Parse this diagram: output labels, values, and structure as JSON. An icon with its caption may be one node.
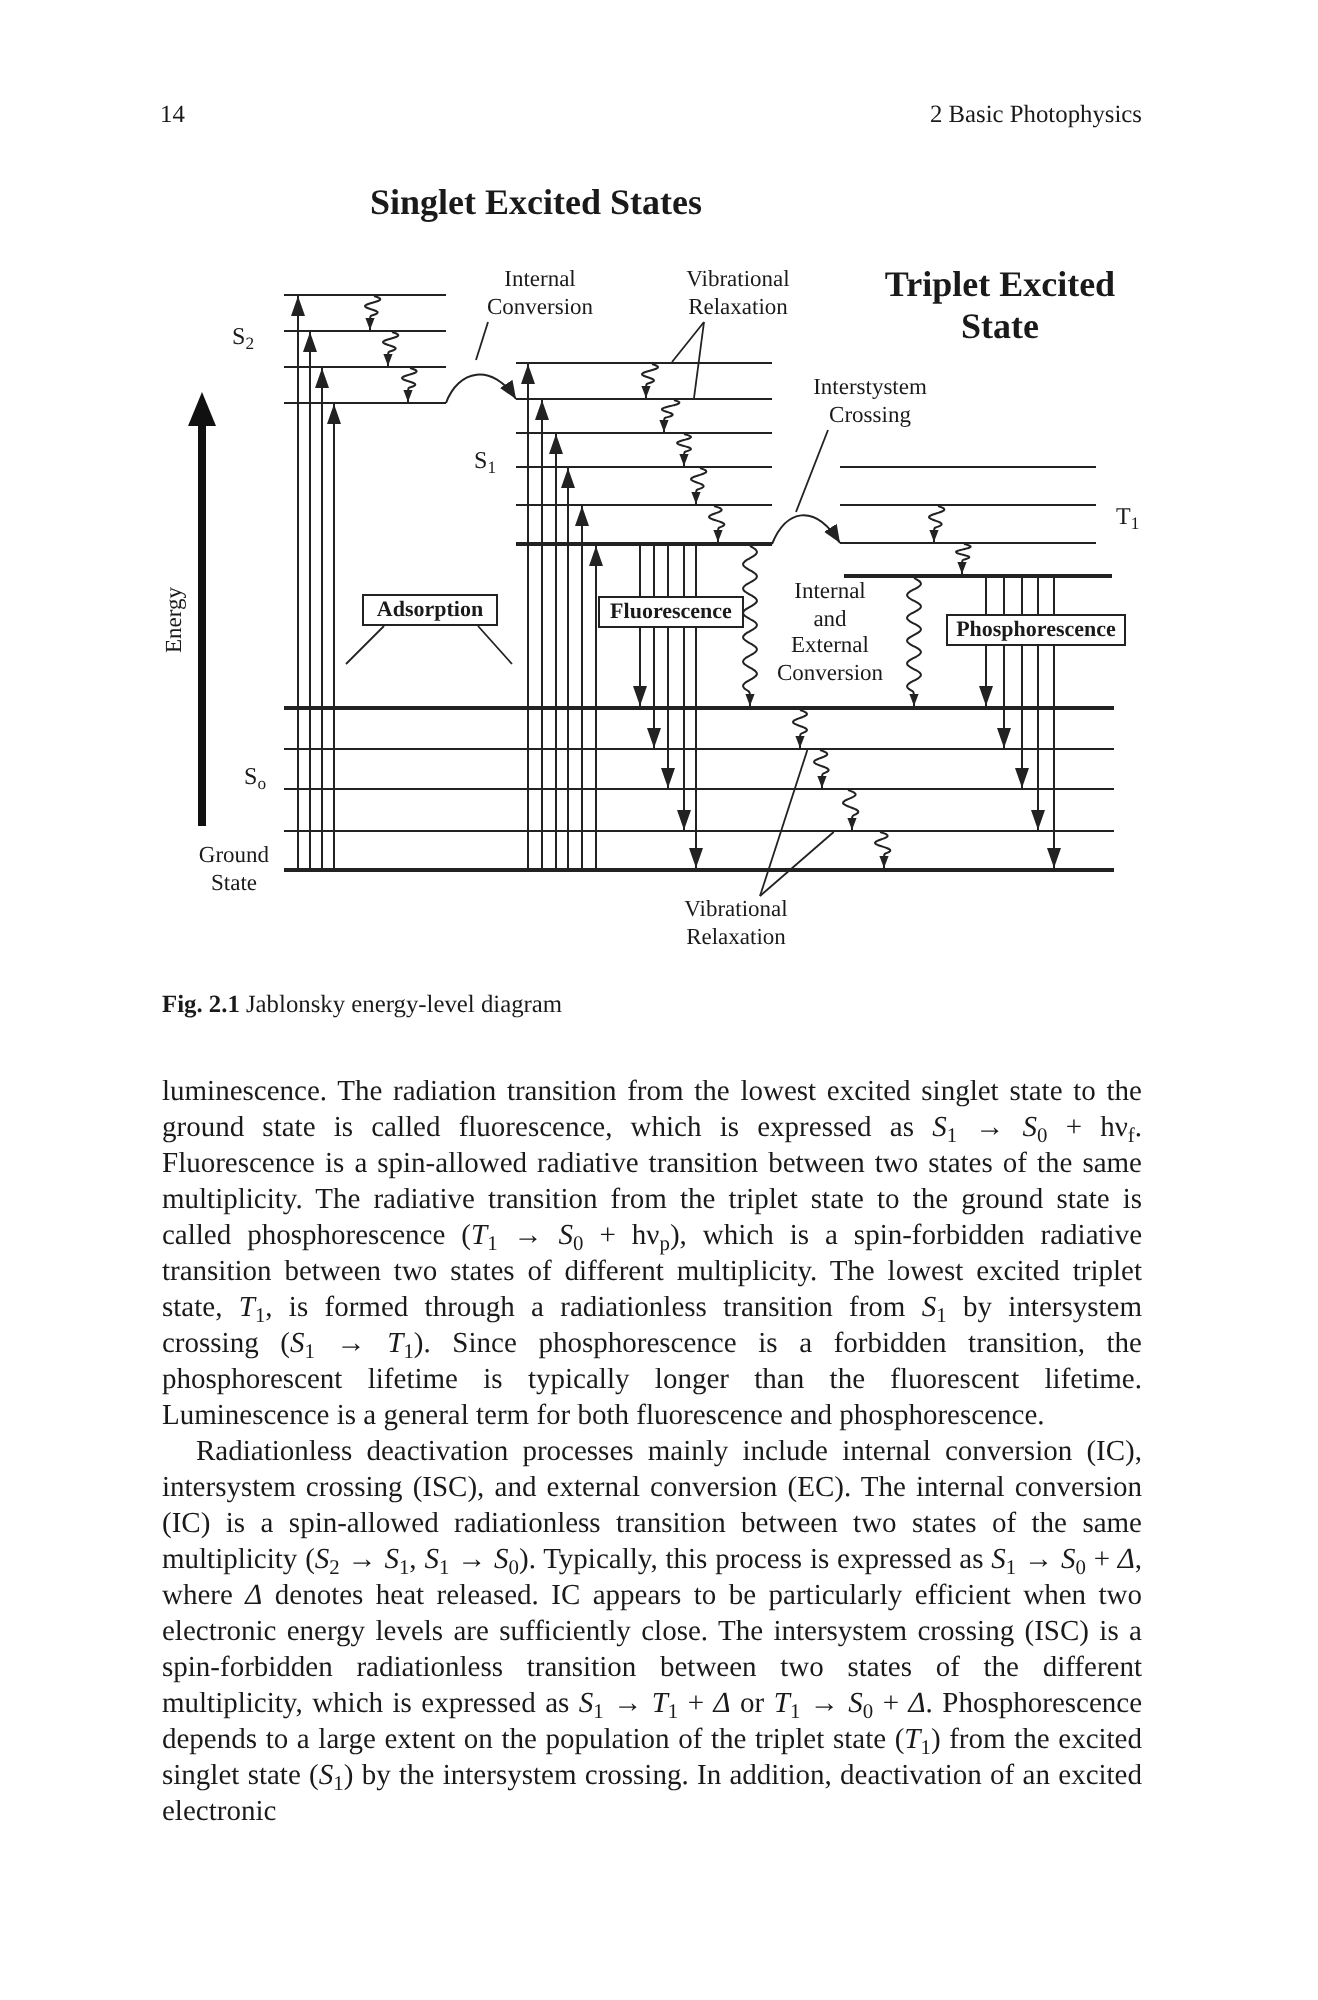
{
  "diagram": {
    "caption": "**Fig. 2.1** Jablonsky energy-level diagram",
    "nodes": [
      {
        "text": [
          "Internal Conversion"
        ]
      },
      {
        "text": [
          "Vibrational Relaxation"
        ]
      },
      {
        "text": [],
        "shape": "bar"
      },
      {
        "text": [],
        "shape": "bar"
      },
      {
        "text": [],
        "shape": "bar"
      },
      {
        "text": [],
        "shape": "bar"
      },
      {
        "text": [
          "Interstystem Crossing"
        ]
      },
      {
        "text": [],
        "shape": "bar"
      },
      {
        "text": [],
        "shape": "bar"
      },
      {
        "text": [],
        "shape": "bar"
      },
      {
        "text": [],
        "shape": "bar"
      },
      {
        "text": [],
        "shape": "bar"
      },
      {
        "text": [],
        "shape": "bar"
      },
      {
        "text": [],
        "shape": "bar"
      },
      {
        "text": [],
        "shape": "bar"
      },
      {
        "text": [],
        "shape": "bar"
      },
      {
        "text": [],
        "shape": "bar"
      },
      {
        "text": [
          "Adsorption"
        ]
      },
      {
        "text": [
          "Fluorescence"
        ]
      },
      {
        "text": [
          "Phosphorescence"
        ]
      },
      {
        "text": [],
        "shape": "bar"
      },
      {
        "text": [],
        "shape": "bar"
      },
      {
        "text": [],
        "shape": "bar"
      },
      {
        "text": [],
        "shape": "bar"
      },
      {
        "text": [],
        "shape": "bar"
      },
      {
        "text": [
          "Vibrational Relaxation"
        ]
      }
    ],
    "edges": [
      {
        "from": 24,
        "to": 2,
        "arrow": "to"
      },
      {
        "from": 24,
        "to": 3,
        "arrow": "to"
      },
      {
        "from": 24,
        "to": 5,
        "arrow": "to"
      },
      {
        "from": 24,
        "to": 8,
        "arrow": "to"
      },
      {
        "from": 24,
        "to": 4,
        "arrow": "to"
      },
      {
        "from": 24,
        "to": 7,
        "arrow": "to"
      },
      {
        "from": 24,
        "to": 9,
        "arrow": "to"
      },
      {
        "from": 24,
        "to": 10,
        "arrow": "to"
      },
      {
        "from": 24,
        "to": 12,
        "arrow": "to"
      },
      {
        "from": 24,
        "to": 15,
        "arrow": "to"
      },
      {
        "from": 2,
        "to": 3,
        "arrow": "to"
      },
      {
        "from": 3,
        "to": 5,
        "arrow": "to"
      },
      {
        "from": 5,
        "to": 8,
        "arrow": "to"
      },
      {
        "from": 8,
        "to": 7,
        "arrow": "to"
      },
      {
        "from": 4,
        "to": 7,
        "arrow": "to"
      },
      {
        "from": 7,
        "to": 9,
        "arrow": "to"
      },
      {
        "from": 9,
        "to": 10,
        "arrow": "to"
      },
      {
        "from": 10,
        "to": 12,
        "arrow": "to"
      },
      {
        "from": 12,
        "to": 15,
        "arrow": "to"
      },
      {
        "from": 15,
        "to": 14,
        "arrow": "to"
      },
      {
        "from": 13,
        "to": 14,
        "arrow": "to"
      },
      {
        "from": 14,
        "to": 16,
        "arrow": "to"
      },
      {
        "from": 15,
        "to": 18,
        "arrow": "none"
      },
      {
        "from": 18,
        "to": 20,
        "arrow": "to"
      },
      {
        "from": 15,
        "to": 18,
        "arrow": "none"
      },
      {
        "from": 18,
        "to": 21,
        "arrow": "to"
      },
      {
        "from": 15,
        "to": 18,
        "arrow": "none"
      },
      {
        "from": 18,
        "to": 22,
        "arrow": "to"
      },
      {
        "from": 15,
        "to": 18,
        "arrow": "none"
      },
      {
        "from": 18,
        "to": 23,
        "arrow": "to"
      },
      {
        "from": 15,
        "to": 18,
        "arrow": "none"
      },
      {
        "from": 18,
        "to": 24,
        "arrow": "to"
      },
      {
        "from": 15,
        "to": 20,
        "arrow": "to"
      },
      {
        "from": 16,
        "to": 20,
        "arrow": "to"
      },
      {
        "from": 16,
        "to": 19,
        "arrow": "none"
      },
      {
        "from": 19,
        "to": 20,
        "arrow": "to"
      },
      {
        "from": 16,
        "to": 19,
        "arrow": "none"
      },
      {
        "from": 19,
        "to": 21,
        "arrow": "to"
      },
      {
        "from": 16,
        "to": 19,
        "arrow": "none"
      },
      {
        "from": 19,
        "to": 22,
        "arrow": "to"
      },
      {
        "from": 16,
        "to": 19,
        "arrow": "none"
      },
      {
        "from": 19,
        "to": 23,
        "arrow": "to"
      },
      {
        "from": 16,
        "to": 19,
        "arrow": "none"
      },
      {
        "from": 19,
        "to": 24,
        "arrow": "to"
      },
      {
        "from": 20,
        "to": 21,
        "arrow": "to"
      },
      {
        "from": 21,
        "to": 22,
        "arrow": "to"
      },
      {
        "from": 22,
        "to": 23,
        "arrow": "to"
      },
      {
        "from": 23,
        "to": 24,
        "arrow": "to"
      },
      {
        "from": 0,
        "to": null,
        "arrow": "none"
      },
      {
        "from": 1,
        "to": 4,
        "arrow": "none"
      },
      {
        "from": 1,
        "to": 7,
        "arrow": "none"
      },
      {
        "from": 6,
        "to": null,
        "arrow": "none"
      },
      {
        "from": 17,
        "to": null,
        "arrow": "none"
      },
      {
        "from": 17,
        "to": null,
        "arrow": "none"
      },
      {
        "from": 25,
        "to": 21,
        "arrow": "none"
      },
      {
        "from": 25,
        "to": 23,
        "arrow": "none"
      }
    ],
    "labels": [
      "14",
      "2 Basic Photophysics",
      "Singlet Excited States",
      "Triplet Excited State",
      "S$_{2}$",
      "S$_{1}$",
      "T$_{1}$",
      "Energy",
      "Internal and External Conversion",
      "S$_{o}$",
      "Ground State",
      "luminescence. The radiation transition from the lowest excited singlet state to the ground state is called fluorescence, which is expressed as *S*$_{1}$ → *S*$_{0}$ + hν$_{f}$. Fluorescence is a spin-allowed radiative transition between two states of the same multiplicity. The radiative transition from the triplet state to the ground state is called phosphorescence (*T*$_{1}$ → *S*$_{0}$ + hν$_{p}$), which is a spin-forbidden radiative transition between two states of different multiplicity. The lowest excited triplet state, *T*$_{1}$, is formed through a radiationless transition from *S*$_{1}$ by intersystem crossing (*S*$_{1}$ → *T*$_{1}$). Since phosphorescence is a forbidden transition, the phosphorescent lifetime is typically longer than the fluorescent lifetime. Luminescence is a general term for both fluorescence and phosphorescence.",
      "Radiationless deactivation processes mainly include internal conversion (IC), intersystem crossing (ISC), and external conversion (EC). The internal conversion (IC) is a spin-allowed radiationless transition between two states of the same multiplicity (*S*$_{2}$ → *S*$_{1}$, *S*$_{1}$ → *S*$_{0}$). Typically, this process is expressed as *S*$_{1}$ → *S*$_{0}$ + *Δ*, where *Δ* denotes heat released. IC appears to be particularly efficient when two electronic energy levels are sufficiently close. The intersystem crossing (ISC) is a spin-forbidden radiationless transition between two states of the different multiplicity, which is expressed as *S*$_{1}$ → *T*$_{1}$ + *Δ* or *T*$_{1}$ → *S*$_{0}$ + *Δ*. Phosphorescence depends to a large extent on the population of the triplet state (*T*$_{1}$) from the excited singlet state (*S*$_{1}$) by the intersystem crossing. In addition, deactivation of an excited electronic"
    ]
  }
}
